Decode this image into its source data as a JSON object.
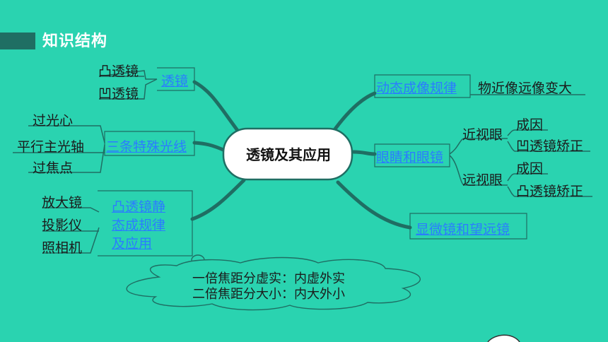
{
  "header": {
    "title": "知识结构"
  },
  "center": {
    "label": "透镜及其应用"
  },
  "left": {
    "lens": {
      "label": "透镜",
      "children": [
        "凸透镜",
        "凹透镜"
      ]
    },
    "rays": {
      "label": "三条特殊光线",
      "children": [
        "过光心",
        "平行主光轴",
        "过焦点"
      ]
    },
    "convex": {
      "label_lines": [
        "凸透镜静",
        "态成规律",
        "及应用"
      ],
      "children": [
        "放大镜",
        "投影仪",
        "照相机"
      ]
    }
  },
  "right": {
    "dynamic": {
      "label": "动态成像规律",
      "child": "物近像远像变大"
    },
    "eye": {
      "label": "眼睛和眼镜",
      "near": {
        "label": "近视眼",
        "children": [
          "成因",
          "凹透镜矫正"
        ]
      },
      "far": {
        "label": "远视眼",
        "children": [
          "成因",
          "凸透镜矫正"
        ]
      }
    },
    "scopes": {
      "label": "显微镜和望远镜"
    }
  },
  "cloud": {
    "lines": [
      "一倍焦距分虚实：内虚外实",
      "二倍焦距分大小：内大外小"
    ]
  },
  "colors": {
    "background": "#2ad3b0",
    "branch": "#1f6e63",
    "link": "#2b7cff"
  }
}
